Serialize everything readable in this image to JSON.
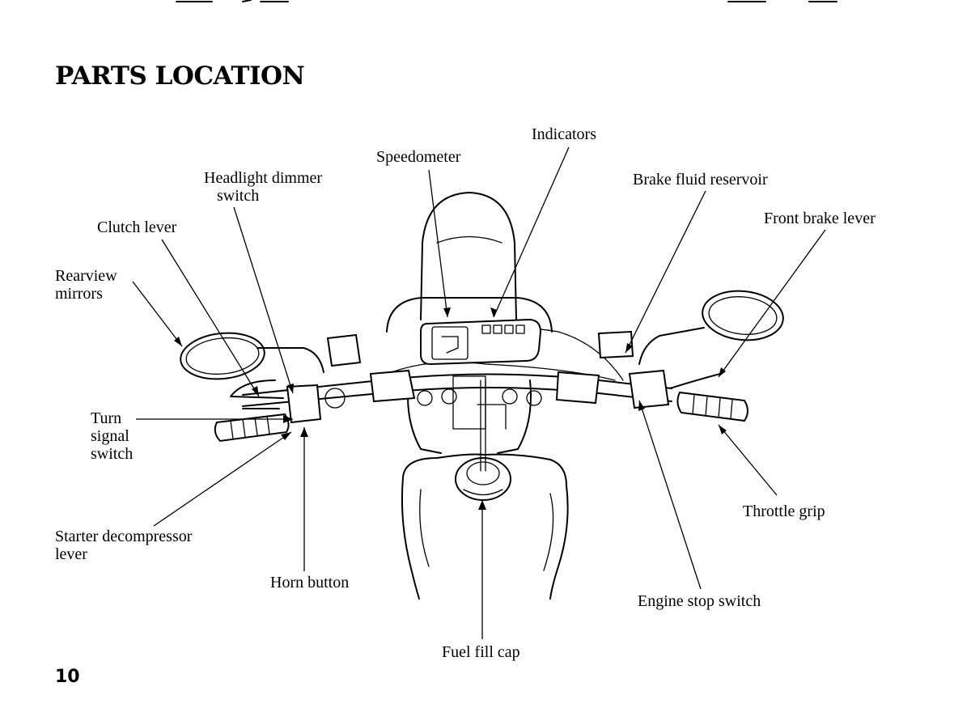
{
  "page": {
    "title": "PARTS LOCATION",
    "page_number": "10"
  },
  "labels": {
    "indicators": "Indicators",
    "speedometer": "Speedometer",
    "headlight_dimmer_1": "Headlight dimmer",
    "headlight_dimmer_2": "switch",
    "brake_fluid_reservoir": "Brake fluid reservoir",
    "front_brake_lever": "Front brake lever",
    "clutch_lever": "Clutch lever",
    "rearview_1": "Rearview",
    "rearview_2": "mirrors",
    "turn_signal_1": "Turn",
    "turn_signal_2": "signal",
    "turn_signal_3": "switch",
    "starter_decompressor_1": "Starter decompressor",
    "starter_decompressor_2": "lever",
    "horn_button": "Horn button",
    "throttle_grip": "Throttle grip",
    "engine_stop_switch": "Engine stop switch",
    "fuel_fill_cap": "Fuel fill cap"
  }
}
